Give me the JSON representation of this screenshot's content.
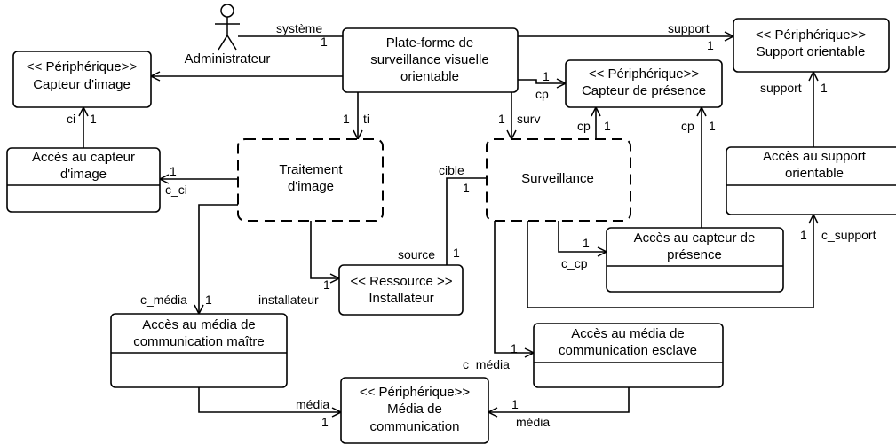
{
  "nodes": {
    "actor_admin": {
      "lines": [
        "Administrateur"
      ]
    },
    "platform": {
      "lines": [
        "Plate-forme de",
        "surveillance visuelle",
        "orientable"
      ]
    },
    "capteur_image": {
      "lines": [
        "<< Périphérique>>",
        "Capteur d'image"
      ]
    },
    "support_orientable": {
      "lines": [
        "<< Périphérique>>",
        "Support orientable"
      ]
    },
    "capteur_presence": {
      "lines": [
        "<< Périphérique>>",
        "Capteur de présence"
      ]
    },
    "acces_capteur_image": {
      "lines": [
        "Accès au capteur",
        "d'image"
      ]
    },
    "traitement_image": {
      "lines": [
        "Traitement",
        "d'image"
      ]
    },
    "surveillance": {
      "lines": [
        "Surveillance"
      ]
    },
    "acces_support": {
      "lines": [
        "Accès au support",
        "orientable"
      ]
    },
    "acces_capteur_presence": {
      "lines": [
        "Accès au capteur de",
        "présence"
      ]
    },
    "ressource_installateur": {
      "lines": [
        "<< Ressource >>",
        "Installateur"
      ]
    },
    "acces_media_maitre": {
      "lines": [
        "Accès au média de",
        "communication maître"
      ]
    },
    "acces_media_esclave": {
      "lines": [
        "Accès au média de",
        "communication esclave"
      ]
    },
    "media_communication": {
      "lines": [
        "<< Périphérique>>",
        "Média de",
        "communication"
      ]
    }
  },
  "labels": {
    "systeme": "système",
    "systeme_mult": "1",
    "support_role": "support",
    "support_mult": "1",
    "cp_presence": "cp",
    "cp_presence_mult": "1",
    "ci": "ci",
    "ci_mult": "1",
    "ti": "ti",
    "ti_mult": "1",
    "surv": "surv",
    "surv_mult": "1",
    "cp_surv": "cp",
    "cp_surv_mult": "1",
    "cp_acces": "cp",
    "cp_acces_mult": "1",
    "support_acces": "support",
    "support_acces_mult": "1",
    "c_ci": "c_ci",
    "c_ci_mult": "1",
    "cible": "cible",
    "cible_mult": "1",
    "source": "source",
    "source_mult": "1",
    "installateur": "installateur",
    "installateur_mult": "1",
    "c_cp": "c_cp",
    "c_cp_mult": "1",
    "c_support": "c_support",
    "c_support_mult": "1",
    "c_media_maitre": "c_média",
    "c_media_maitre_mult": "1",
    "c_media_esclave": "c_média",
    "c_media_esclave_mult": "1",
    "media_left": "média",
    "media_left_mult": "1",
    "media_right": "média",
    "media_right_mult": "1"
  }
}
